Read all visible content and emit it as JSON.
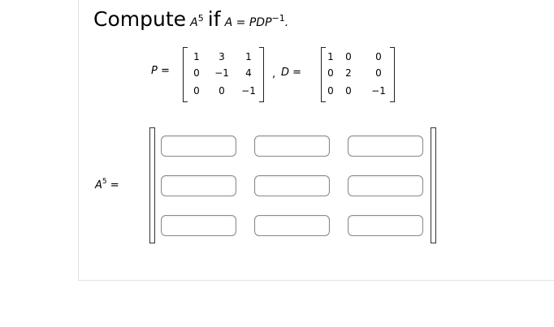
{
  "title": {
    "word1": "Compute",
    "var_base": "A",
    "var_exp": "5",
    "word2": "if",
    "equation_lhs": "A",
    "equation_eq": "=",
    "equation_rhs": "PDP",
    "equation_exp": "−1",
    "period": "."
  },
  "matrix_p": {
    "label": "P",
    "eq": "=",
    "rows": [
      [
        "1",
        "3",
        "1"
      ],
      [
        "0",
        "−1",
        "4"
      ],
      [
        "0",
        "0",
        "−1"
      ]
    ]
  },
  "separator": ",",
  "matrix_d": {
    "label": "D",
    "eq": "=",
    "rows": [
      [
        "1",
        "0",
        "0"
      ],
      [
        "0",
        "2",
        "0"
      ],
      [
        "0",
        "0",
        "−1"
      ]
    ]
  },
  "answer": {
    "label_base": "A",
    "label_exp": "5",
    "eq": "=",
    "cells": [
      [
        "",
        "",
        ""
      ],
      [
        "",
        "",
        ""
      ],
      [
        "",
        "",
        ""
      ]
    ]
  }
}
